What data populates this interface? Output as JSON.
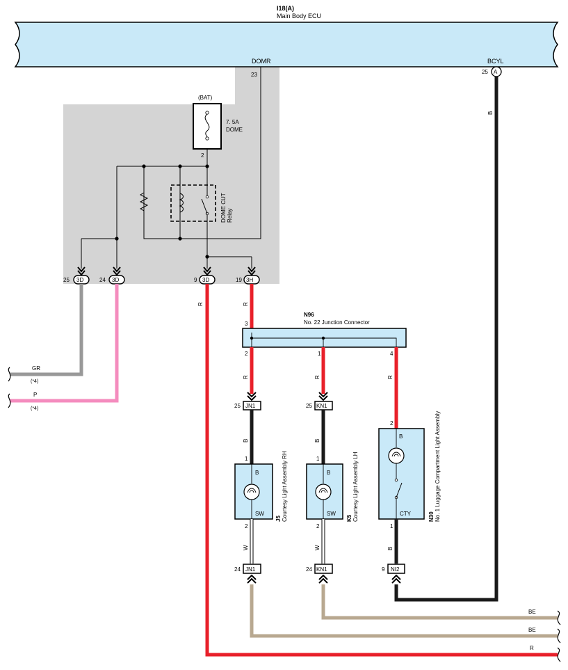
{
  "ecu": {
    "code": "I18(A)",
    "name": "Main Body ECU"
  },
  "ecu_pins": {
    "domr": {
      "name": "DOMR",
      "num": "23"
    },
    "bcyl": {
      "name": "BCYL",
      "num": "25",
      "connector": "A"
    }
  },
  "fuse": {
    "source": "(BAT)",
    "rating": "7. 5A",
    "name": "DOME",
    "pin": "2"
  },
  "relay": {
    "name": "DOME CUT",
    "type": "Relay"
  },
  "gray_box_terminals": [
    {
      "num": "25",
      "conn": "3D"
    },
    {
      "num": "24",
      "conn": "3D"
    },
    {
      "num": "9",
      "conn": "3D"
    },
    {
      "num": "19",
      "conn": "3H"
    }
  ],
  "offpage": {
    "gr": {
      "color": "GR",
      "note": "(*4)"
    },
    "p": {
      "color": "P",
      "note": "(*4)"
    }
  },
  "junction": {
    "code": "N96",
    "name": "No.  22 Junction Connector",
    "pins": {
      "in": "3",
      "left": "2",
      "mid": "1",
      "right": "4"
    }
  },
  "wire_colors": {
    "r": "R",
    "b": "B",
    "w": "W",
    "be": "BE"
  },
  "connectors": {
    "jn1_top": {
      "num": "25",
      "name": "JN1"
    },
    "kn1_top": {
      "num": "25",
      "name": "KN1"
    },
    "jn1_bot": {
      "num": "24",
      "name": "JN1"
    },
    "kn1_bot": {
      "num": "24",
      "name": "KN1"
    },
    "ni2": {
      "num": "9",
      "name": "NI2"
    }
  },
  "components": {
    "j5": {
      "code": "J5",
      "name": "Courtesy Light Assembly RH",
      "pin_top": "1",
      "pin_bot": "2",
      "t_top": "B",
      "t_bot": "SW"
    },
    "k5": {
      "code": "K5",
      "name": "Courtesy Light Assembly LH",
      "pin_top": "1",
      "pin_bot": "2",
      "t_top": "B",
      "t_bot": "SW"
    },
    "n30": {
      "code": "N30",
      "name": "No.  1 Luggage Compartment Light Assembly",
      "pin_top": "2",
      "pin_bot": "1",
      "t_top": "B",
      "t_bot": "CTY"
    }
  },
  "colors": {
    "ecu_fill": "#c9e9f8",
    "junction_fill": "#c9e9f8",
    "component_fill": "#c9e9f8",
    "gray_box": "#d4d4d4",
    "red": "#e8202a",
    "black": "#1a1a1a",
    "gray": "#999999",
    "pink": "#f48cbe",
    "tan": "#b8a890"
  }
}
